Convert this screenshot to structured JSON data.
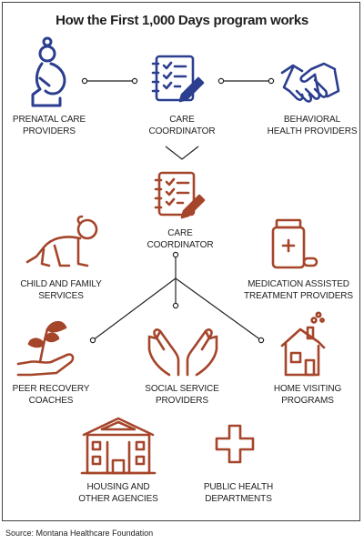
{
  "title": "How the First 1,000 Days program works",
  "top_row": {
    "prenatal": "PRENATAL CARE\nPROVIDERS",
    "coordinator": "CARE\nCOORDINATOR",
    "behavioral": "BEHAVIORAL\nHEALTH PROVIDERS"
  },
  "middle": {
    "coordinator": "CARE\nCOORDINATOR",
    "child_family": "CHILD AND FAMILY\nSERVICES",
    "medication": "MEDICATION ASSISTED\nTREATMENT PROVIDERS"
  },
  "branches": {
    "peer_recovery": "PEER RECOVERY\nCOACHES",
    "social_service": "SOCIAL SERVICE\nPROVIDERS",
    "home_visiting": "HOME VISITING\nPROGRAMS"
  },
  "bottom": {
    "housing": "HOUSING AND\nOTHER AGENCIES",
    "public_health": "PUBLIC HEALTH\nDEPARTMENTS"
  },
  "source": "Source: Montana Healthcare Foundation",
  "colors": {
    "blue": "#2b3e8f",
    "rust": "#a5452a",
    "line": "#222222"
  },
  "icons": [
    "pregnant-woman-icon",
    "clipboard-checklist-icon",
    "handshake-icon",
    "crawling-baby-icon",
    "medicine-bottle-icon",
    "hand-sprout-icon",
    "open-hands-icon",
    "house-icon",
    "building-icon",
    "plus-cross-icon"
  ]
}
